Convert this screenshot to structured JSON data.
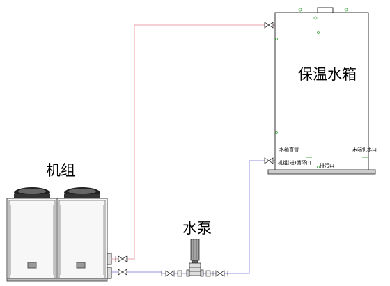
{
  "labels": {
    "unit": "机组",
    "tank": "保温水箱",
    "pump": "水泵",
    "tank_pipe_left": "水箱盲管",
    "tank_pipe_right": "末端供水口",
    "tank_inlet": "机组(进)循环口",
    "drain": "排污口"
  },
  "colors": {
    "supply_pipe": "#e8a0a8",
    "return_pipe": "#9090d8",
    "valve_accent": "#40a040"
  },
  "icons": [
    "fan-icon",
    "valve-icon",
    "pump-icon",
    "fitting-icon"
  ]
}
